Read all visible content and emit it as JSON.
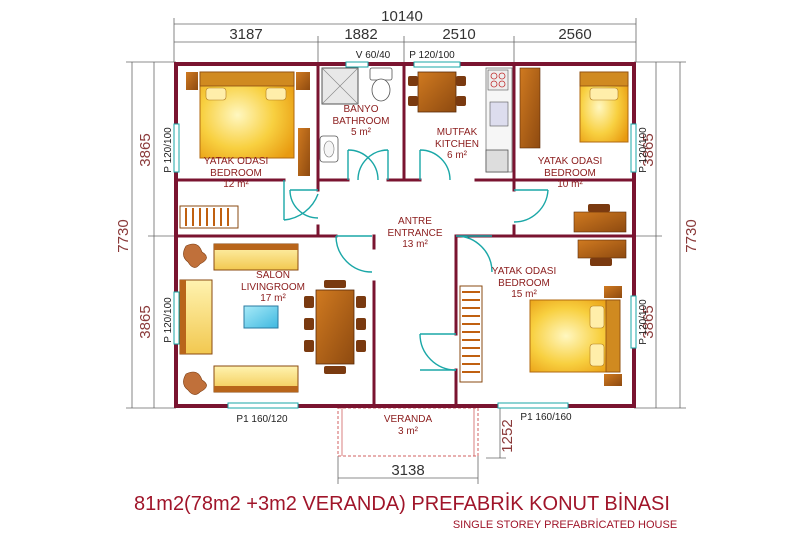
{
  "dimensions": {
    "total_width": "10140",
    "seg_1": "3187",
    "seg_2": "1882",
    "seg_3": "2510",
    "seg_4": "2560",
    "height_total_left": "7730",
    "height_total_right": "7730",
    "height_top_left": "3865",
    "height_bottom_left": "3865",
    "height_top_right": "3865",
    "height_bottom_right": "3865",
    "veranda_width": "3138",
    "veranda_depth": "1252"
  },
  "openings": {
    "bath_window": "V 60/40",
    "kitchen_window": "P 120/100",
    "left_top_window": "P 120/100",
    "left_bottom_window": "P 120/100",
    "right_top_window": "P 120/100",
    "right_bottom_window": "P 120/100",
    "front_left_door": "P1 160/120",
    "front_right_door": "P1 160/160"
  },
  "rooms": {
    "bedroom1": {
      "name_tr": "YATAK ODASI",
      "name_en": "BEDROOM",
      "area": "12 m²"
    },
    "bathroom": {
      "name_tr": "BANYO",
      "name_en": "BATHROOM",
      "area": "5 m²"
    },
    "kitchen": {
      "name_tr": "MUTFAK",
      "name_en": "KITCHEN",
      "area": "6 m²"
    },
    "bedroom2": {
      "name_tr": "YATAK ODASI",
      "name_en": "BEDROOM",
      "area": "10 m²"
    },
    "entrance": {
      "name_tr": "ANTRE",
      "name_en": "ENTRANCE",
      "area": "13 m²"
    },
    "living": {
      "name_tr": "SALON",
      "name_en": "LIVINGROOM",
      "area": "17 m²"
    },
    "bedroom3": {
      "name_tr": "YATAK ODASI",
      "name_en": "BEDROOM",
      "area": "15 m²"
    },
    "veranda": {
      "name_tr": "VERANDA",
      "area": "3 m²"
    }
  },
  "title": "81m2(78m2 +3m2  VERANDA) PREFABRİK KONUT BİNASI",
  "subtitle": "SINGLE STOREY PREFABRİCATED HOUSE",
  "colors": {
    "wall": "#7a1430",
    "door": "#1aa7a7",
    "furniture_wood": "#b8651a",
    "furniture_yellow": "#f5d060",
    "title": "#a0152a"
  }
}
